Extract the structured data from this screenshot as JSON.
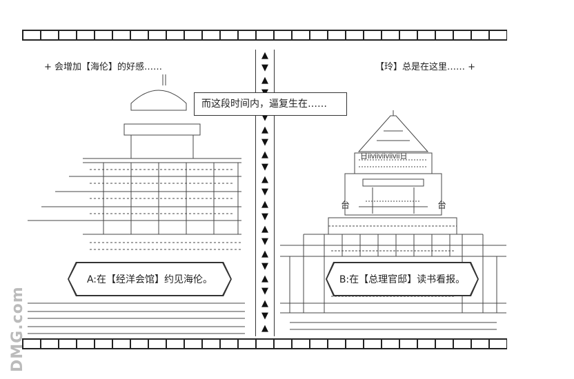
{
  "captions": {
    "left": "+ 会增加【海伦】的好感……",
    "right": "【玲】总是在这里…… +"
  },
  "center_box": {
    "text": "而这段时间内，逼复生在……"
  },
  "scene_a": {
    "label": "A:在【经洋会馆】约见海伦。"
  },
  "scene_b": {
    "label": "B:在【总理官邸】读书看报。"
  },
  "divider": {
    "arrows": [
      "▲",
      "▼",
      "▲",
      "▼",
      "▲",
      "▼",
      "▲",
      "▼",
      "▲",
      "▼",
      "▲",
      "▼",
      "▲",
      "▼",
      "▲",
      "▼",
      "▲",
      "▼",
      "▲",
      "▼",
      "▲",
      "▼",
      "▲"
    ]
  },
  "building_labels": {
    "left_tai": "台",
    "right_tai": "台",
    "dome_text": "日iiviiviiviivii日"
  },
  "watermark": {
    "text": "DMG.com"
  }
}
